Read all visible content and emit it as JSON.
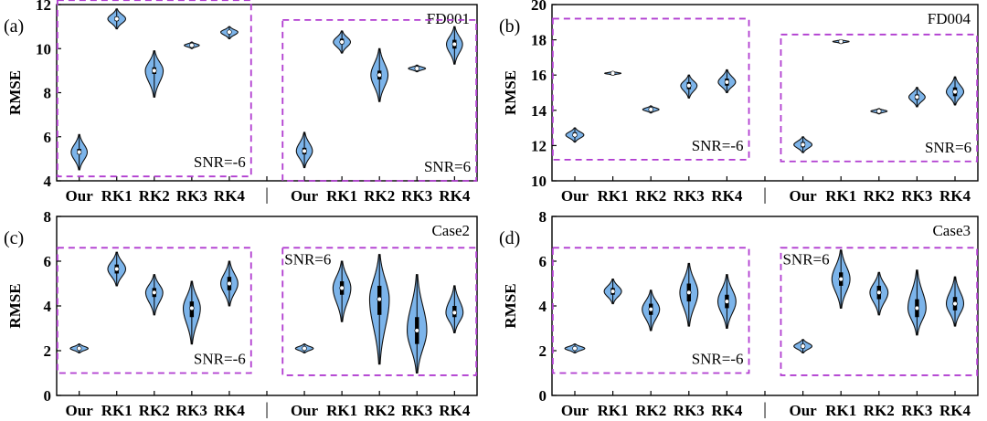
{
  "colors": {
    "violin_fill": "#7cb4ea",
    "violin_stroke": "#111111",
    "box_fill": "#000000",
    "median_fill": "#ffffff",
    "snr_box": "#b03cd0"
  },
  "chart_data": [
    {
      "type": "violin",
      "panel_label": "(a)",
      "dataset_label": "FD001",
      "ylabel": "RMSE",
      "ylim": [
        4,
        12
      ],
      "yticks": [
        4,
        6,
        8,
        10,
        12
      ],
      "categories": [
        "Our",
        "RK1",
        "RK2",
        "RK3",
        "RK4",
        "Our",
        "RK1",
        "RK2",
        "RK3",
        "RK4"
      ],
      "divider_label": "|",
      "groups": [
        {
          "annotation": "SNR=-6",
          "annotation_pos": "bottom-right",
          "box_y": [
            4.2,
            12.2
          ],
          "series": [
            {
              "category": "Our",
              "median": 5.3,
              "min": 4.5,
              "max": 6.1,
              "q1": 5.2,
              "q3": 5.45,
              "width": 0.45
            },
            {
              "category": "RK1",
              "median": 11.35,
              "min": 10.9,
              "max": 11.8,
              "q1": 11.25,
              "q3": 11.45,
              "width": 0.5
            },
            {
              "category": "RK2",
              "median": 9.0,
              "min": 7.8,
              "max": 9.9,
              "q1": 8.85,
              "q3": 9.15,
              "width": 0.5
            },
            {
              "category": "RK3",
              "median": 10.15,
              "min": 10.0,
              "max": 10.3,
              "q1": 10.12,
              "q3": 10.2,
              "width": 0.42
            },
            {
              "category": "RK4",
              "median": 10.75,
              "min": 10.45,
              "max": 11.0,
              "q1": 10.7,
              "q3": 10.82,
              "width": 0.48
            }
          ]
        },
        {
          "annotation": "SNR=6",
          "annotation_pos": "bottom-right",
          "box_y": [
            4.0,
            11.3
          ],
          "series": [
            {
              "category": "Our",
              "median": 5.35,
              "min": 4.6,
              "max": 6.2,
              "q1": 5.2,
              "q3": 5.5,
              "width": 0.45
            },
            {
              "category": "RK1",
              "median": 10.3,
              "min": 9.8,
              "max": 10.8,
              "q1": 10.2,
              "q3": 10.45,
              "width": 0.48
            },
            {
              "category": "RK2",
              "median": 8.8,
              "min": 7.6,
              "max": 10.0,
              "q1": 8.6,
              "q3": 9.0,
              "width": 0.48
            },
            {
              "category": "RK3",
              "median": 9.1,
              "min": 8.95,
              "max": 9.25,
              "q1": 9.05,
              "q3": 9.15,
              "width": 0.48
            },
            {
              "category": "RK4",
              "median": 10.2,
              "min": 9.3,
              "max": 11.0,
              "q1": 10.0,
              "q3": 10.4,
              "width": 0.45
            }
          ]
        }
      ]
    },
    {
      "type": "violin",
      "panel_label": "(b)",
      "dataset_label": "FD004",
      "ylabel": "RMSE",
      "ylim": [
        10,
        20
      ],
      "yticks": [
        10,
        12,
        14,
        16,
        18,
        20
      ],
      "categories": [
        "Our",
        "RK1",
        "RK2",
        "RK3",
        "RK4",
        "Our",
        "RK1",
        "RK2",
        "RK3",
        "RK4"
      ],
      "divider_label": "|",
      "groups": [
        {
          "annotation": "SNR=-6",
          "annotation_pos": "bottom-right",
          "box_y": [
            11.2,
            19.2
          ],
          "series": [
            {
              "category": "Our",
              "median": 12.6,
              "min": 12.2,
              "max": 13.0,
              "q1": 12.5,
              "q3": 12.75,
              "width": 0.5
            },
            {
              "category": "RK1",
              "median": 16.1,
              "min": 16.0,
              "max": 16.2,
              "q1": 16.07,
              "q3": 16.13,
              "width": 0.45
            },
            {
              "category": "RK2",
              "median": 14.05,
              "min": 13.85,
              "max": 14.25,
              "q1": 14.0,
              "q3": 14.1,
              "width": 0.45
            },
            {
              "category": "RK3",
              "median": 15.4,
              "min": 14.7,
              "max": 16.0,
              "q1": 15.2,
              "q3": 15.6,
              "width": 0.45
            },
            {
              "category": "RK4",
              "median": 15.6,
              "min": 15.0,
              "max": 16.3,
              "q1": 15.4,
              "q3": 15.8,
              "width": 0.48
            }
          ]
        },
        {
          "annotation": "SNR=6",
          "annotation_pos": "bottom-right",
          "box_y": [
            11.1,
            18.3
          ],
          "series": [
            {
              "category": "Our",
              "median": 12.05,
              "min": 11.6,
              "max": 12.5,
              "q1": 11.9,
              "q3": 12.2,
              "width": 0.5
            },
            {
              "category": "RK1",
              "median": 17.9,
              "min": 17.8,
              "max": 18.0,
              "q1": 17.87,
              "q3": 17.93,
              "width": 0.45
            },
            {
              "category": "RK2",
              "median": 13.95,
              "min": 13.8,
              "max": 14.1,
              "q1": 13.92,
              "q3": 13.98,
              "width": 0.45
            },
            {
              "category": "RK3",
              "median": 14.75,
              "min": 14.2,
              "max": 15.3,
              "q1": 14.6,
              "q3": 14.9,
              "width": 0.45
            },
            {
              "category": "RK4",
              "median": 15.05,
              "min": 14.3,
              "max": 15.9,
              "q1": 14.8,
              "q3": 15.3,
              "width": 0.48
            }
          ]
        }
      ]
    },
    {
      "type": "violin",
      "panel_label": "(c)",
      "dataset_label": "Case2",
      "ylabel": "RMSE",
      "ylim": [
        0,
        8
      ],
      "yticks": [
        0,
        2,
        4,
        6,
        8
      ],
      "categories": [
        "Our",
        "RK1",
        "RK2",
        "RK3",
        "RK4",
        "Our",
        "RK1",
        "RK2",
        "RK3",
        "RK4"
      ],
      "divider_label": "|",
      "groups": [
        {
          "annotation": "SNR=-6",
          "annotation_pos": "bottom-right",
          "box_y": [
            1.0,
            6.6
          ],
          "series": [
            {
              "category": "Our",
              "median": 2.1,
              "min": 1.9,
              "max": 2.3,
              "q1": 2.05,
              "q3": 2.15,
              "width": 0.5
            },
            {
              "category": "RK1",
              "median": 5.65,
              "min": 4.9,
              "max": 6.4,
              "q1": 5.45,
              "q3": 5.85,
              "width": 0.5
            },
            {
              "category": "RK2",
              "median": 4.6,
              "min": 3.6,
              "max": 5.4,
              "q1": 4.4,
              "q3": 4.8,
              "width": 0.48
            },
            {
              "category": "RK3",
              "median": 3.9,
              "min": 2.3,
              "max": 5.1,
              "q1": 3.5,
              "q3": 4.2,
              "width": 0.48
            },
            {
              "category": "RK4",
              "median": 5.0,
              "min": 4.0,
              "max": 6.0,
              "q1": 4.7,
              "q3": 5.3,
              "width": 0.48
            }
          ]
        },
        {
          "annotation": "SNR=6",
          "annotation_pos": "top-left",
          "box_y": [
            0.9,
            6.6
          ],
          "series": [
            {
              "category": "Our",
              "median": 2.1,
              "min": 1.9,
              "max": 2.3,
              "q1": 2.05,
              "q3": 2.15,
              "width": 0.5
            },
            {
              "category": "RK1",
              "median": 4.8,
              "min": 3.3,
              "max": 6.0,
              "q1": 4.5,
              "q3": 5.1,
              "width": 0.5
            },
            {
              "category": "RK2",
              "median": 4.3,
              "min": 1.4,
              "max": 6.3,
              "q1": 3.6,
              "q3": 4.9,
              "width": 0.55
            },
            {
              "category": "RK3",
              "median": 2.9,
              "min": 1.0,
              "max": 5.4,
              "q1": 2.3,
              "q3": 3.5,
              "width": 0.55
            },
            {
              "category": "RK4",
              "median": 3.7,
              "min": 2.8,
              "max": 4.9,
              "q1": 3.5,
              "q3": 4.0,
              "width": 0.48
            }
          ]
        }
      ]
    },
    {
      "type": "violin",
      "panel_label": "(d)",
      "dataset_label": "Case3",
      "ylabel": "RMSE",
      "ylim": [
        0,
        8
      ],
      "yticks": [
        0,
        2,
        4,
        6,
        8
      ],
      "categories": [
        "Our",
        "RK1",
        "RK2",
        "RK3",
        "RK4",
        "Our",
        "RK1",
        "RK2",
        "RK3",
        "RK4"
      ],
      "divider_label": "|",
      "groups": [
        {
          "annotation": "SNR=-6",
          "annotation_pos": "bottom-right",
          "box_y": [
            1.0,
            6.6
          ],
          "series": [
            {
              "category": "Our",
              "median": 2.1,
              "min": 1.9,
              "max": 2.3,
              "q1": 2.05,
              "q3": 2.15,
              "width": 0.55
            },
            {
              "category": "RK1",
              "median": 4.65,
              "min": 4.1,
              "max": 5.2,
              "q1": 4.5,
              "q3": 4.8,
              "width": 0.48
            },
            {
              "category": "RK2",
              "median": 3.85,
              "min": 2.9,
              "max": 4.7,
              "q1": 3.6,
              "q3": 4.1,
              "width": 0.48
            },
            {
              "category": "RK3",
              "median": 4.6,
              "min": 3.1,
              "max": 5.9,
              "q1": 4.2,
              "q3": 5.0,
              "width": 0.5
            },
            {
              "category": "RK4",
              "median": 4.2,
              "min": 3.0,
              "max": 5.4,
              "q1": 3.9,
              "q3": 4.5,
              "width": 0.5
            }
          ]
        },
        {
          "annotation": "SNR=6",
          "annotation_pos": "top-left",
          "box_y": [
            0.9,
            6.6
          ],
          "series": [
            {
              "category": "Our",
              "median": 2.2,
              "min": 1.9,
              "max": 2.5,
              "q1": 2.1,
              "q3": 2.3,
              "width": 0.5
            },
            {
              "category": "RK1",
              "median": 5.2,
              "min": 3.9,
              "max": 6.5,
              "q1": 4.9,
              "q3": 5.5,
              "width": 0.5
            },
            {
              "category": "RK2",
              "median": 4.6,
              "min": 3.6,
              "max": 5.5,
              "q1": 4.3,
              "q3": 4.9,
              "width": 0.5
            },
            {
              "category": "RK3",
              "median": 3.9,
              "min": 2.7,
              "max": 5.6,
              "q1": 3.5,
              "q3": 4.3,
              "width": 0.5
            },
            {
              "category": "RK4",
              "median": 4.1,
              "min": 3.1,
              "max": 5.3,
              "q1": 3.8,
              "q3": 4.4,
              "width": 0.48
            }
          ]
        }
      ]
    }
  ]
}
